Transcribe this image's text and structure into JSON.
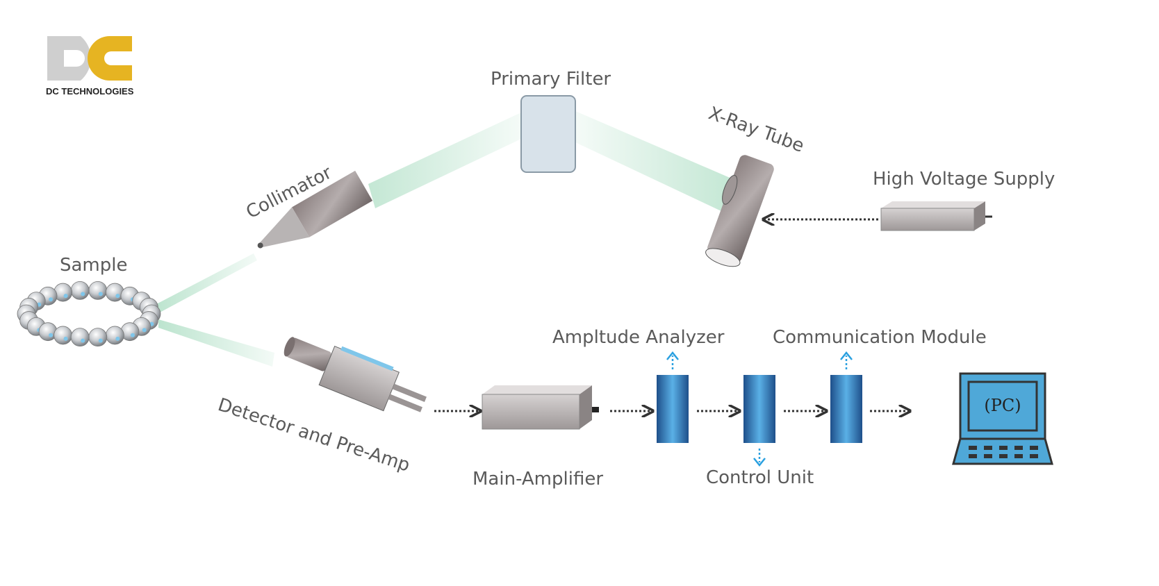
{
  "logo": {
    "letters": "DC",
    "company": "DC TECHNOLOGIES",
    "colors": {
      "d": "#c8c8c8",
      "c": "#e6b422"
    }
  },
  "diagram": {
    "title": "XRF Spectrometer Block Diagram",
    "components": {
      "sample": "Sample",
      "collimator": "Collimator",
      "primary_filter": "Primary Filter",
      "xray_tube": "X-Ray Tube",
      "hv_supply": "High Voltage Supply",
      "detector": "Detector and Pre-Amp",
      "main_amp": "Main-Amplifier",
      "amplitude_analyzer": "Ampltude Analyzer",
      "control_unit": "Control Unit",
      "comm_module": "Communication Module",
      "pc": "(PC)"
    },
    "colors": {
      "beam": "#a8dcc0",
      "module_blue": "#3a8fc8",
      "signal_arrow": "#2aa0e0",
      "pc_blue": "#4fa8d8",
      "device_gray": "#9a9a9a",
      "label": "#5a5a5a"
    }
  }
}
